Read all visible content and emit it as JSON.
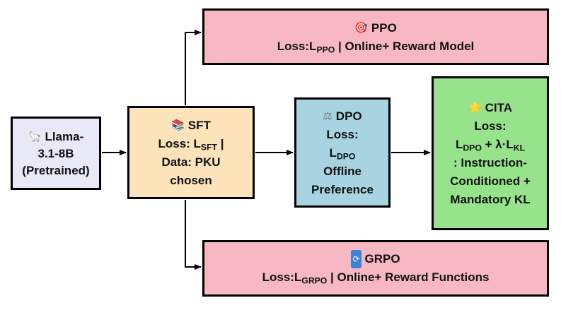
{
  "nodes": {
    "llama": {
      "icon": "llama-icon",
      "line1": "Llama-",
      "line2": "3.1-8B",
      "line3": "(Pretrained)"
    },
    "sft": {
      "icon": "books-icon",
      "title": "SFT",
      "loss_prefix": "Loss: L",
      "loss_sub": "SFT",
      "loss_suffix": " |",
      "line3": "Data: PKU",
      "line4": "chosen"
    },
    "dpo": {
      "icon": "scales-icon",
      "title": "DPO",
      "line2": "Loss:",
      "loss_main": "L",
      "loss_sub": "DPO",
      "line4": "Offline",
      "line5": "Preference"
    },
    "cita": {
      "icon": "star-icon",
      "title": "CITA",
      "line2": "Loss:",
      "l1_main": "L",
      "l1_sub": "DPO",
      "l1_mid": " + λ·L",
      "l1_sub2": "KL",
      "line4": ": Instruction-",
      "line5": "Conditioned +",
      "line6": "Mandatory KL"
    },
    "ppo": {
      "icon": "target-icon",
      "title": "PPO",
      "loss_prefix": "Loss:L",
      "loss_sub": "PPO",
      "loss_suffix": " | Online+ Reward Model"
    },
    "grpo": {
      "icon": "cycle-icon",
      "title": "GRPO",
      "loss_prefix": "Loss:L",
      "loss_sub": "GRPO",
      "loss_suffix": " | Online+ Reward Functions"
    }
  },
  "edges": [
    {
      "from": "llama",
      "to": "sft"
    },
    {
      "from": "sft",
      "to": "dpo"
    },
    {
      "from": "dpo",
      "to": "cita"
    },
    {
      "from": "sft",
      "to": "ppo"
    },
    {
      "from": "sft",
      "to": "grpo"
    }
  ],
  "colors": {
    "llama": "#e8e8f6",
    "sft": "#fde3ba",
    "dpo": "#a8d3e0",
    "cita": "#97e38b",
    "ppo_grpo": "#f7b8c3",
    "border": "#000000"
  }
}
